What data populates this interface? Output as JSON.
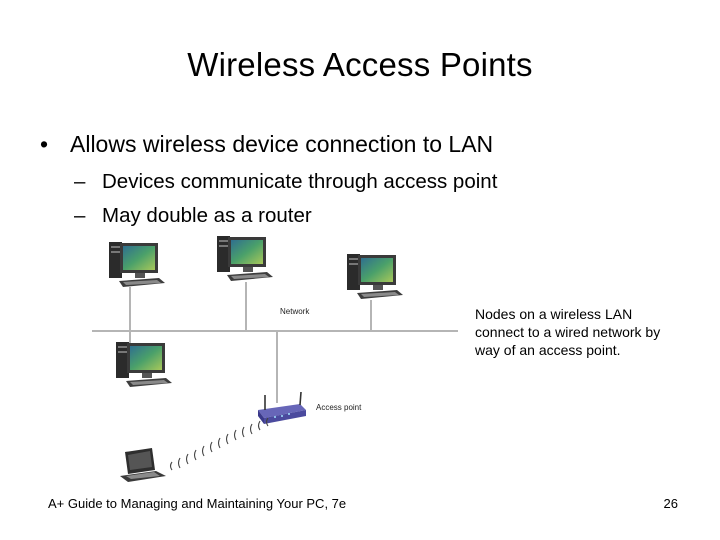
{
  "slide": {
    "title": "Wireless Access Points",
    "bullet": "Allows wireless device connection to LAN",
    "bullet_marker": "•",
    "sub_marker": "–",
    "subbullets": [
      "Devices communicate through access point",
      "May double as a router"
    ]
  },
  "diagram": {
    "network_label": "Network",
    "access_point_label": "Access point",
    "caption": "Nodes on a wireless LAN connect to a wired network by way of an access point.",
    "colors": {
      "monitor_screen": "#3f8f5a",
      "tower": "#2b2b2b",
      "cable": "#b5b5b5",
      "router": "#4b4a9e",
      "signal": "#444444"
    }
  },
  "footer": {
    "left": "A+ Guide to Managing and Maintaining Your PC, 7e",
    "page_number": "26"
  }
}
